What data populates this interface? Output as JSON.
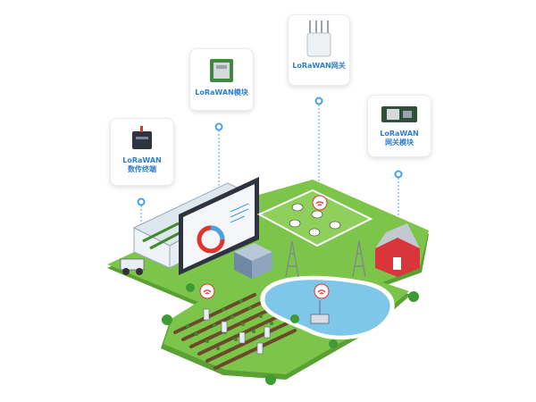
{
  "cards": {
    "terminal": {
      "line1": "LoRaWAN",
      "line2": "数传终端"
    },
    "module": {
      "line1": "LoRaWAN模块"
    },
    "gateway": {
      "line1": "LoRaWAN网关"
    },
    "gateway_module": {
      "line1": "LoRaWAN",
      "line2": "网关模块"
    }
  },
  "colors": {
    "accent": "#2f7fd0",
    "grass": "#6dbb3f",
    "soil": "#6b4a2c",
    "water": "#7ec6ea",
    "barn": "#d9353a",
    "signal": "#e0342f"
  }
}
